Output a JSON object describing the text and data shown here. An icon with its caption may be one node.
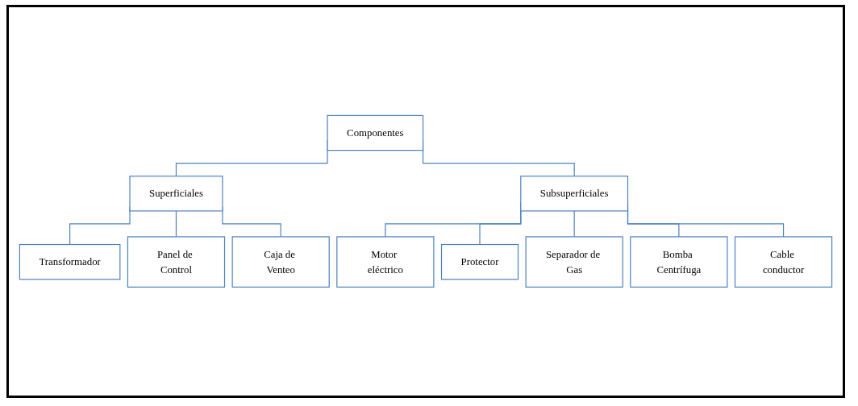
{
  "diagram": {
    "nodes": [
      {
        "text": [
          "Componentes"
        ]
      },
      {
        "text": [
          "Superficiales"
        ]
      },
      {
        "text": [
          "Subsuperficiales"
        ]
      },
      {
        "text": [
          "Transformador"
        ]
      },
      {
        "text": [
          "Panel de Control"
        ]
      },
      {
        "text": [
          "Caja de Venteo"
        ]
      },
      {
        "text": [
          "Motor eléctrico"
        ]
      },
      {
        "text": [
          "Protector"
        ]
      },
      {
        "text": [
          "Separador de Gas"
        ]
      },
      {
        "text": [
          "Bomba Centrífuga"
        ]
      },
      {
        "text": [
          "Cable conductor"
        ]
      }
    ],
    "edges": [
      {
        "from": 0,
        "to": 1,
        "arrow": "none"
      },
      {
        "from": 0,
        "to": 2,
        "arrow": "none"
      },
      {
        "from": 1,
        "to": 3,
        "arrow": "none"
      },
      {
        "from": 1,
        "to": 4,
        "arrow": "none"
      },
      {
        "from": 1,
        "to": 5,
        "arrow": "none"
      },
      {
        "from": 2,
        "to": 6,
        "arrow": "none"
      },
      {
        "from": 2,
        "to": 7,
        "arrow": "none"
      },
      {
        "from": 2,
        "to": 8,
        "arrow": "none"
      },
      {
        "from": 2,
        "to": 9,
        "arrow": "none"
      },
      {
        "from": 2,
        "to": 10,
        "arrow": "none"
      }
    ]
  }
}
